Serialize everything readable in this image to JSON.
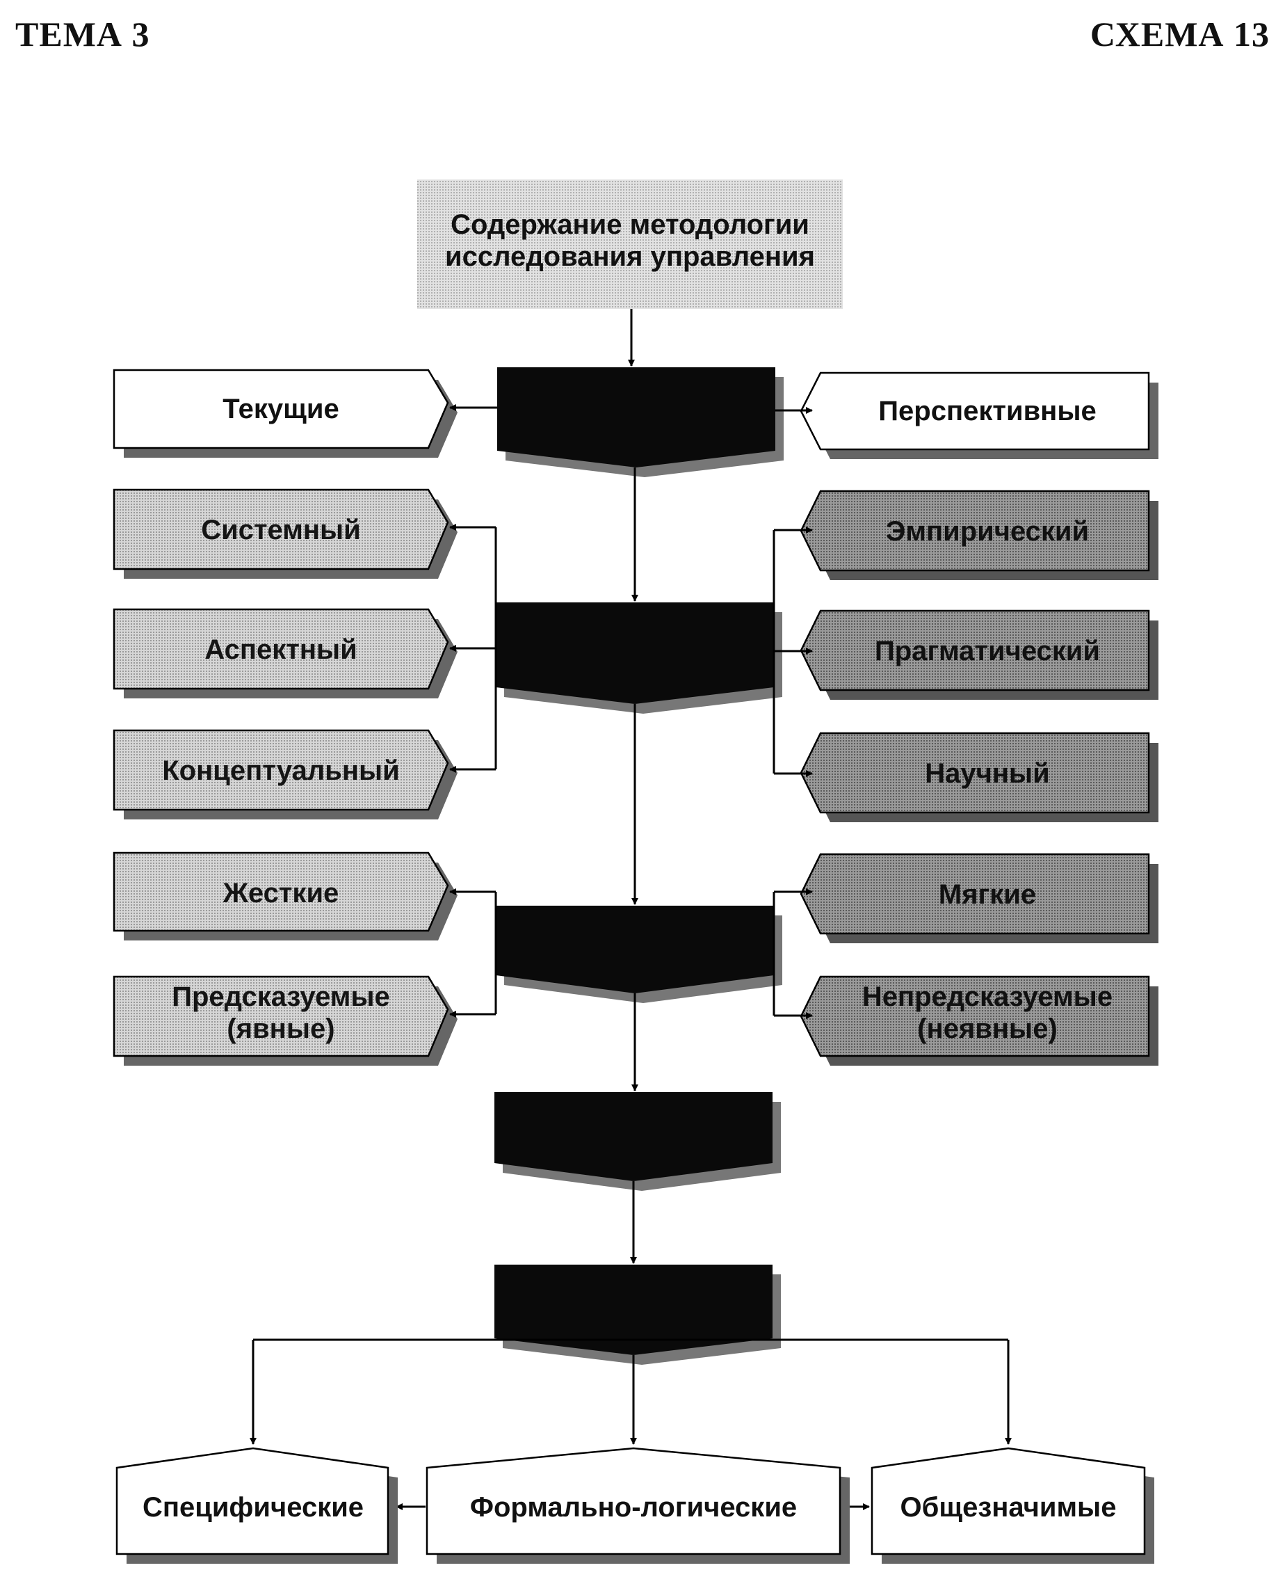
{
  "header": {
    "left": "ТЕМА 3",
    "right": "СХЕМА 13"
  },
  "title_box": {
    "line1": "Содержание методологии",
    "line2": "исследования управления"
  },
  "row1": {
    "left": "Текущие",
    "right": "Перспективные"
  },
  "group2": {
    "left": [
      "Системный",
      "Аспектный",
      "Концептуальный"
    ],
    "right": [
      "Эмпирический",
      "Прагматический",
      "Научный"
    ]
  },
  "group3": {
    "left1": "Жесткие",
    "left2_line1": "Предсказуемые",
    "left2_line2": "(явные)",
    "right1": "Мягкие",
    "right2_line1": "Непредсказуемые",
    "right2_line2": "(неявные)"
  },
  "bottom": {
    "left": "Специфические",
    "center": "Формально-логические",
    "right": "Общезначимые"
  },
  "colors": {
    "black_box": "#0a0a0a",
    "light_gray": "#c8c8c8",
    "dark_gray": "#8a8a8a",
    "title_gray": "#cfcfcf"
  }
}
